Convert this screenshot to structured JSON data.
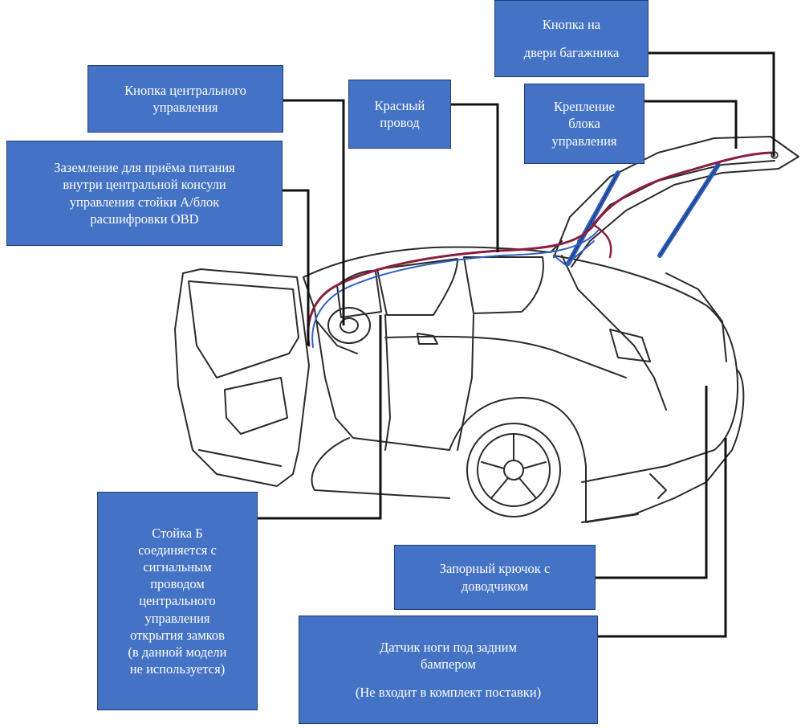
{
  "colors": {
    "box_fill": "#4472c4",
    "box_border": "#1f3e78",
    "leader": "#111111",
    "harness_red": "#8b1e3f",
    "harness_blue": "#3060c0"
  },
  "labels": {
    "trunk_button": {
      "lines": [
        "Кнопка на",
        "двери багажника"
      ]
    },
    "central_button": {
      "lines": [
        "Кнопка центрального",
        "управления"
      ]
    },
    "red_wire": {
      "lines": [
        "Красный",
        "провод"
      ]
    },
    "control_unit": {
      "lines": [
        "Крепление",
        "блока",
        "управления"
      ]
    },
    "ground": {
      "lines": [
        "Заземление для приёма питания",
        "внутри центральной консули",
        "управления стойки A/блок",
        "расшифровки OBD"
      ]
    },
    "pillar_b": {
      "lines": [
        "Стойка Б",
        "соединяется с",
        "сигнальным",
        "проводом",
        "центрального",
        "управления",
        "открытия замков",
        "(в данной модели",
        "не используется)"
      ]
    },
    "latch": {
      "lines": [
        "Запорный крючок с",
        "доводчиком"
      ]
    },
    "foot_sensor": {
      "lines": [
        "Датчик ноги под задним",
        "бампером"
      ],
      "note": "(Не входит в комплект поставки)"
    }
  }
}
